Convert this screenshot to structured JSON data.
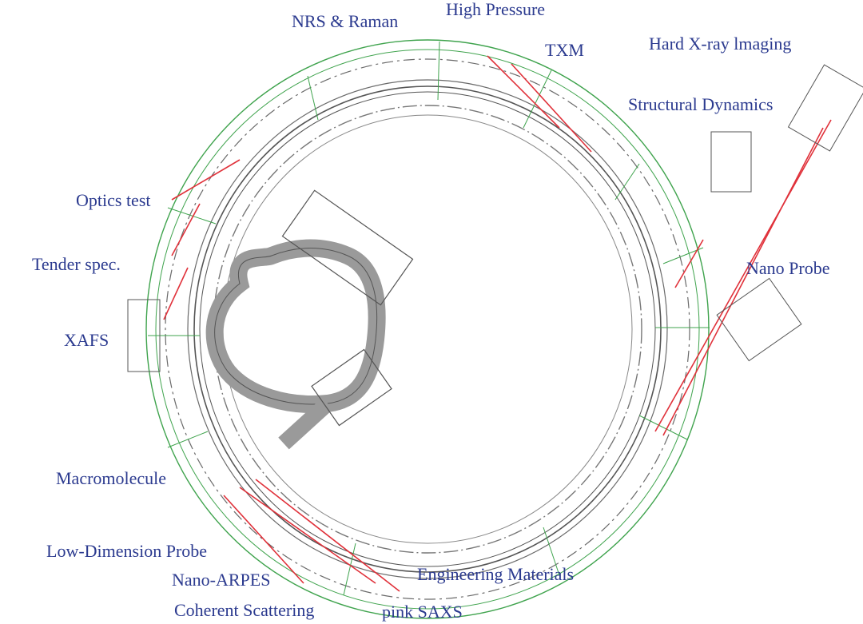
{
  "colors": {
    "label": "#2b3a8f",
    "ring_green": "#3fa34d",
    "ring_dark": "#555555",
    "beamline_red": "#e0313a",
    "booster_fill": "#9a9a9a"
  },
  "labels": {
    "nrs_raman": "NRS & Raman",
    "high_pressure": "High Pressure",
    "txm": "TXM",
    "hard_xray_imaging": "Hard X-ray lmaging",
    "structural_dynamics": "Structural Dynamics",
    "optics_test": "Optics test",
    "tender_spec": "Tender spec.",
    "nano_probe": "Nano Probe",
    "xafs": "XAFS",
    "macromolecule": "Macromolecule",
    "low_dimension_probe": "Low-Dimension Probe",
    "nano_arpes": "Nano-ARPES",
    "engineering_materials": "Engineering Materials",
    "coherent_scattering": "Coherent Scattering",
    "pink_saxs": "pink SAXS"
  }
}
